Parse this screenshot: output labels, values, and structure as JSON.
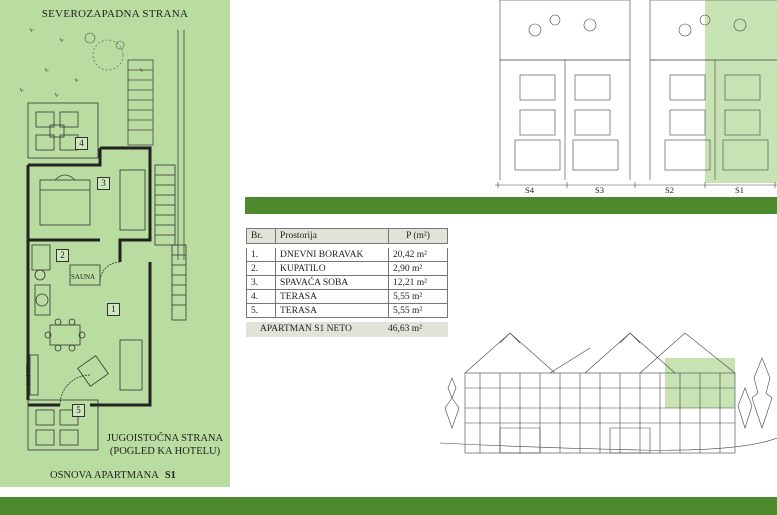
{
  "plan": {
    "top_label": "SEVEROZAPADNA STRANA",
    "bottom_label_line1": "JUGOISTOČNA STRANA",
    "bottom_label_line2": "(POGLED KA HOTELU)",
    "caption_prefix": "OSNOVA APARTMANA",
    "caption_unit": "S1",
    "room_numbers": [
      "1",
      "2",
      "3",
      "4",
      "5"
    ],
    "sauna_label": "SAUNA",
    "kamin_label": "KAMIN"
  },
  "units": {
    "labels": [
      "S4",
      "S3",
      "S2",
      "S1"
    ]
  },
  "table": {
    "headers": [
      "Br.",
      "Prostorija",
      "P (m²)"
    ],
    "rows": [
      {
        "no": "1.",
        "room": "DNEVNI BORAVAK",
        "area": "20,42 m²"
      },
      {
        "no": "2.",
        "room": "KUPATILO",
        "area": "2,90 m²"
      },
      {
        "no": "3.",
        "room": "SPAVAĆA SOBA",
        "area": "12,21 m²"
      },
      {
        "no": "4.",
        "room": "TERASA",
        "area": "5,55 m²"
      },
      {
        "no": "5.",
        "room": "TERASA",
        "area": "5,55 m²"
      }
    ],
    "total_label": "APARTMAN S1  NETO",
    "total_value": "46,63 m²"
  },
  "colors": {
    "plan_bg": "#b9dca0",
    "bar": "#4e8a2d",
    "highlight": "#c7e3b3",
    "table_header": "#e2e2d9"
  }
}
